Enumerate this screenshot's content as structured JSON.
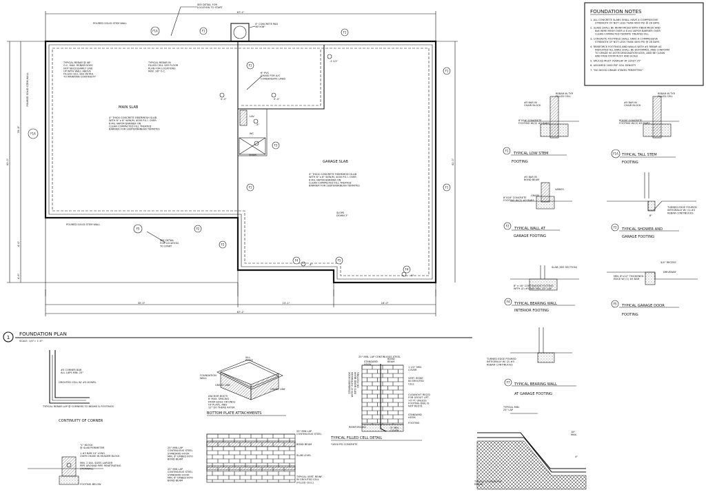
{
  "plan": {
    "top_dims": {
      "overall": "67'-1\""
    },
    "bottom_dims": {
      "left": "35'-0\"",
      "middle": "15'-1\"",
      "right": "16'-0\"",
      "overall": "67'-1\""
    },
    "left_dims": {
      "overall": "41'-0\"",
      "upper": "35'-8\"",
      "mid": "4'-6\"",
      "low": "4'-6\""
    },
    "right_dims": {
      "overall": "41'-0\""
    },
    "labels": {
      "poured_top": "POURED SOLID STEM WALL",
      "poured_left": "POURED SOLID STEM WALL",
      "poured_bottom": "POURED SOLID STEM WALL",
      "see_detail_top": "SEE DETAIL FOR\nLOCATION TO START",
      "see_detail_bottom": "SEE DETAIL\nFOR LOCATION\nTO START",
      "conc_pad": "4\" CONCRETE PAD\n36\"X36\"",
      "typ_rebar_48": "TYPICAL REBAR @ 48\"\nO.C. MAX. REBAR DOES\nNOT NECESSARILY LINE\nUP WITH WALL ABOVE\nFILLED CELL SEE DETAIL\nTO MAINTAIN CONTINUITY",
      "typ_rebar_filled": "TYPICAL REBAR IN\nFILLED CELL SEE FLOOR\nPLAN FOR LOCATIONS\nMAX. 96\" O.C.",
      "pvc": "6\" PVC\nCHASE FOR A/C\nCONDENSATE LINES",
      "main_slab": "MAIN SLAB",
      "main_slab_note": "4\" THICK CONCRETE FIBERMESH SLAB\nWITH 6\" x 6\" W/W/M, 4000 P.S.I. OVER\n6 MIL VAPOR BARRIER ON\nCLEAN COMPACTED FILL TREATED\nBARRIER FOR SUBTERRANEAN TERMITES",
      "garage_slab": "GARAGE SLAB",
      "garage_slab_note": "4\" THICK CONCRETE FIBERMESH SLAB\nWITH 6\" x 6\" W/W/M, 4000 P.S.I. OVER\n6 MIL VAPOR BARRIER ON\nCLEAN COMPACTED FILL TREATED\nBARRIER FOR SUBTERRANEAN TERMITES",
      "slope": "SLOPE\nDOWN 2\"",
      "lav": "LAV",
      "wc": "WC",
      "shwr": "SHWR",
      "elev_a": "-3 1/2\"",
      "elev_b": "0'-0\"",
      "elev_c": "0'-0\"",
      "elev_d": "-4\"",
      "elev_e": "-4\"",
      "elev_f": "-6\""
    },
    "bubbles": [
      "F1A",
      "F1",
      "F1",
      "F1",
      "F1",
      "F1A",
      "F1",
      "F1",
      "F2",
      "F3",
      "F4",
      "F2",
      "F5",
      "F4",
      "F5"
    ]
  },
  "plan_title": {
    "num": "1",
    "title": "FOUNDATION PLAN",
    "scale": "SCALE: 1/4\"= 1'-0\""
  },
  "notes": {
    "title": "FOUNDATION NOTES",
    "items": [
      "1. ALL CONCRETE SLABS SHALL HAVE A COMPRESSIVE STRENGTH OF NOT LESS THAN 4000 PSI @ 28 DAYS",
      "2. SLABS SHALL BE REINFORCED WITH FIBER MESH AND 6x6 WIRE MESH OVER A 6 mil VAPOR BARRIER OVER CLEAN COMPACTED TERMITE TREATED FILL",
      "3. CONCRETE FOOTINGS SHALL HAVE A COMPRESSIVE STRENGTH OF NOT LESS THAN 4000 PSI @ 28 DAYS",
      "4. REINFORCE FOOTINGS AND WALLS WITH #5 REBAR AS INDICATED ALL BARS SHALL BE DEFORMED, AND CONFORM TO GRADE 40 ASTM DESIGNATION A305, AND BE CLEAN AND FREE FROM RUST AND SCALE",
      "5. SPLICES MUST OVERLAP AT LEAST 25\"",
      "6. ASSUMED 2000 PSF SOIL DENSITY",
      "7. \"NO WOOD GRADE STAKES PERMITTED\""
    ]
  },
  "details": {
    "f1": {
      "tag": "F1",
      "line1": "TYPICAL LOW STEM",
      "line2": "FOOTING",
      "n1": "REBAR IN TYP.\nFILLED CELL",
      "n2": "#5 BAR IN\nCHAIR BLOCK",
      "n3": "8\"X16\" CONCRETE\nFOOTING W/(2) #5 BARS"
    },
    "f1a": {
      "tag": "F1A",
      "line1": "TYPICAL TALL STEM",
      "line2": "FOOTING",
      "n1": "REBAR IN TYP.\nFILLED CELL",
      "n2": "#5 BAR IN\nCHAIR BLOCK",
      "n3": "8\"X16\" CONCRETE\nFOOTING W/(2) #5 BARS"
    },
    "f2": {
      "tag": "F2",
      "line1": "TYPICAL WALL AT",
      "line2": "GARAGE FOOTING",
      "n1": "#5 BAR IN\nBOND BEAM",
      "n2": "VARIES",
      "n3": "8\"X16\" CONCRETE\nFOOTING W/(2) #5 BARS",
      "n4": "GRADE"
    },
    "f3": {
      "tag": "F3",
      "line1": "TYPICAL SHOWER AND",
      "line2": "GARAGE FOOTING",
      "n1": "TURNED EDGE POURED\nINTEGRALLY W/ (1) #5\nREBAR CONTINUOUS",
      "n2": "8\""
    },
    "f4": {
      "tag": "F4",
      "line1": "TYPICAL BEARING WALL",
      "line2": "INTERIOR FOOTING",
      "n1": "SLAB (SEE SECTION)",
      "n2": "8\" x 16\" CONTINUOUS FOOTING\nWITH (2) #5 BAR MIN. 25\" LAP"
    },
    "f5": {
      "tag": "F5",
      "line1": "TYPICAL GARAGE DOOR",
      "line2": "FOOTING",
      "n1": "3/4\" RECESS",
      "n2": "DRIVEWAY",
      "n3": "MIN. 8\"x12\" THICKENED\nEDGE W/ (1) #5 BAR"
    },
    "f7": {
      "tag": "F7",
      "line1": "TYPICAL BEARING WALL",
      "line2": "AT GARAGE FOOTING",
      "n1": "TURNED EDGE POURED\nINTEGRALLY W/ (2) #5\nREBAR CONTINUOUS"
    }
  },
  "bottom": {
    "corner": {
      "title": "CONTINUITY OF CORNER",
      "n1": "#5 CORNER BAR\nALL LAPS MIN. 25\"",
      "n2": "GROUTED CELL W/ #5 DOWEL",
      "n3": "TYPICAL REBAR LAP @ CORNERS TO BEAMS & FOOTINGS"
    },
    "plate": {
      "title": "BOTTOM PLATE ATTACHMENTS",
      "n1": "SILL\nPLATE",
      "n2": "FOUNDATION\nWALL",
      "n3": "GRADE LINE",
      "n4": "GRADE LINE",
      "n5": "ANCHOR BOLTS\n6' MAX. SPACING\nFROM EDGE OR ENDS\nOF PLATE, AND\n12\" DO THERE AFTER"
    },
    "chase": {
      "n1": "\"L\" BLOCK\n@ SLAB PERIMETER",
      "n2": "1 #5 BAR 24\" LONG\nOVER CHASE IN HEADER BLOCK",
      "n3": "MIN. 2 DIA. SIZES LARGER\nPIPE AROUND PIPE PENETRATING\nSTEMWALL",
      "n4": "FOOTING BELOW"
    },
    "bond": {
      "n1": "25\" MIN LAP\nCONTINUOUS STEEL\nSTANDARD HOOK\nMIN. 6\" EMBED INTO\nBOND BEAM",
      "n2": "25\" MIN LAP\nCONTINUOUS STEEL",
      "n3": "BOND BEAM",
      "n4": "SLAB LEVEL",
      "n5": "25\" MIN LAP\nCONTINUOUS STEEL\nSTANDARD HOOK\nMIN. 6\" EMBED INTO\nBOND BEAM",
      "n6": "TYPICAL VERT. REINF.\nIN GROUTED CELL\n(FILLED CELL)"
    },
    "cell": {
      "title": "TYPICAL FILLED CELL DETAIL",
      "sub": "*3000 PSI CONCRETE",
      "n1": "25\" MIN. LAP CONTINUOUS STEEL",
      "n2": "STANDARD\nHOOK",
      "n3": "BOND\nBEAM",
      "n4": "STANDARD HOOK\nWITH 6\" EXTENSION\nINTO BOND BEAM\nOR FOOTING",
      "n5": "1 1/2\" MIN.\nCOVER",
      "n6": "VERT. REINF.\nIN GROUTED\nCELL",
      "n7": "CLEANOUT REQ'D\nFOR GROUT LIFT\n>5 FT. UNLESS\nFOOTING DWL IS\nNOT REQ'D.",
      "n8": "STANDARD\nHOOK",
      "n9": "FOOTING",
      "n10": "REINFORCING",
      "n11": "3\" MIN.\nCOVER"
    },
    "lap": {
      "n1": "TYPICAL MIN.\n25\" LAP",
      "n2": "TYPICAL FOUNDATION\nREBAR",
      "n3": "18\"\nMAX.",
      "n4": "4\""
    }
  }
}
